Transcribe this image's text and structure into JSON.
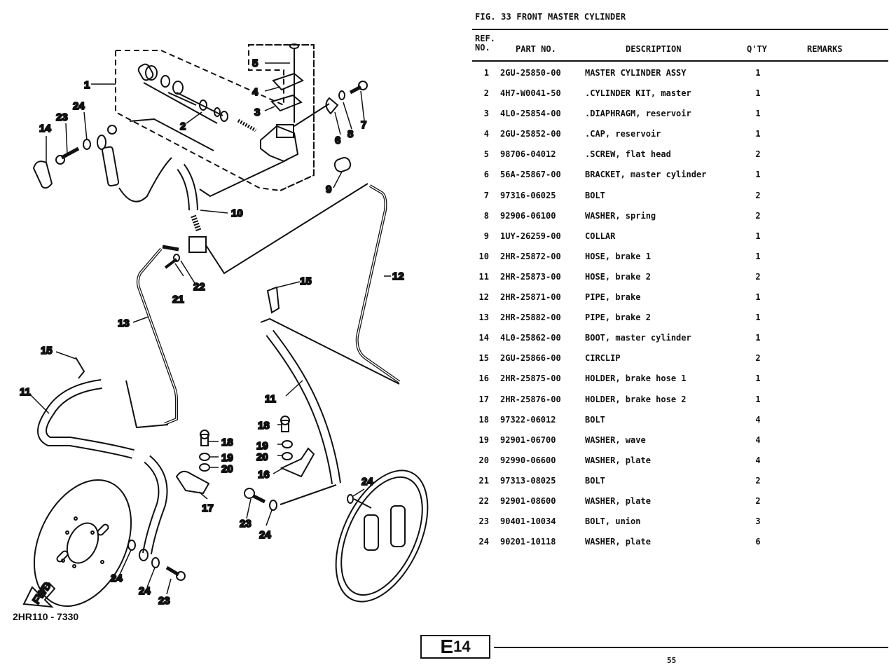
{
  "figure": {
    "title": "FIG. 33  FRONT MASTER CYLINDER",
    "diagram_code": "2HR110 - 7330",
    "fwd_label": "FWD"
  },
  "table": {
    "headers": {
      "ref_line1": "REF.",
      "ref_line2": "NO.",
      "part_no": "PART NO.",
      "description": "DESCRIPTION",
      "qty": "Q'TY",
      "remarks": "REMARKS"
    },
    "rows": [
      {
        "ref": "1",
        "part": "2GU-25850-00",
        "desc": "MASTER CYLINDER ASSY",
        "qty": "1",
        "remarks": ""
      },
      {
        "ref": "2",
        "part": "4H7-W0041-50",
        "desc": ".CYLINDER KIT, master",
        "qty": "1",
        "remarks": ""
      },
      {
        "ref": "3",
        "part": "4L0-25854-00",
        "desc": ".DIAPHRAGM, reservoir",
        "qty": "1",
        "remarks": ""
      },
      {
        "ref": "4",
        "part": "2GU-25852-00",
        "desc": ".CAP, reservoir",
        "qty": "1",
        "remarks": ""
      },
      {
        "ref": "5",
        "part": "98706-04012",
        "desc": ".SCREW, flat head",
        "qty": "2",
        "remarks": ""
      },
      {
        "ref": "6",
        "part": "56A-25867-00",
        "desc": "BRACKET, master cylinder",
        "qty": "1",
        "remarks": ""
      },
      {
        "ref": "7",
        "part": "97316-06025",
        "desc": "BOLT",
        "qty": "2",
        "remarks": ""
      },
      {
        "ref": "8",
        "part": "92906-06100",
        "desc": "WASHER, spring",
        "qty": "2",
        "remarks": ""
      },
      {
        "ref": "9",
        "part": "1UY-26259-00",
        "desc": "COLLAR",
        "qty": "1",
        "remarks": ""
      },
      {
        "ref": "10",
        "part": "2HR-25872-00",
        "desc": "HOSE, brake 1",
        "qty": "1",
        "remarks": ""
      },
      {
        "ref": "11",
        "part": "2HR-25873-00",
        "desc": "HOSE, brake 2",
        "qty": "2",
        "remarks": ""
      },
      {
        "ref": "12",
        "part": "2HR-25871-00",
        "desc": "PIPE, brake",
        "qty": "1",
        "remarks": ""
      },
      {
        "ref": "13",
        "part": "2HR-25882-00",
        "desc": "PIPE, brake 2",
        "qty": "1",
        "remarks": ""
      },
      {
        "ref": "14",
        "part": "4L0-25862-00",
        "desc": "BOOT, master cylinder",
        "qty": "1",
        "remarks": ""
      },
      {
        "ref": "15",
        "part": "2GU-25866-00",
        "desc": "CIRCLIP",
        "qty": "2",
        "remarks": ""
      },
      {
        "ref": "16",
        "part": "2HR-25875-00",
        "desc": "HOLDER, brake hose 1",
        "qty": "1",
        "remarks": ""
      },
      {
        "ref": "17",
        "part": "2HR-25876-00",
        "desc": "HOLDER, brake hose 2",
        "qty": "1",
        "remarks": ""
      },
      {
        "ref": "18",
        "part": "97322-06012",
        "desc": "BOLT",
        "qty": "4",
        "remarks": ""
      },
      {
        "ref": "19",
        "part": "92901-06700",
        "desc": "WASHER, wave",
        "qty": "4",
        "remarks": ""
      },
      {
        "ref": "20",
        "part": "92990-06600",
        "desc": "WASHER, plate",
        "qty": "4",
        "remarks": ""
      },
      {
        "ref": "21",
        "part": "97313-08025",
        "desc": "BOLT",
        "qty": "2",
        "remarks": ""
      },
      {
        "ref": "22",
        "part": "92901-08600",
        "desc": "WASHER, plate",
        "qty": "2",
        "remarks": ""
      },
      {
        "ref": "23",
        "part": "90401-10034",
        "desc": "BOLT, union",
        "qty": "3",
        "remarks": ""
      },
      {
        "ref": "24",
        "part": "90201-10118",
        "desc": "WASHER, plate",
        "qty": "6",
        "remarks": ""
      }
    ]
  },
  "callouts": {
    "c1": "1",
    "c2": "2",
    "c3": "3",
    "c4": "4",
    "c5": "5",
    "c6": "6",
    "c7": "7",
    "c8": "8",
    "c9": "9",
    "c10": "10",
    "c11a": "11",
    "c11b": "11",
    "c12": "12",
    "c13": "13",
    "c14": "14",
    "c15a": "15",
    "c15b": "15",
    "c16": "16",
    "c17": "17",
    "c18a": "18",
    "c18b": "18",
    "c19a": "19",
    "c19b": "19",
    "c20a": "20",
    "c20b": "20",
    "c21": "21",
    "c22": "22",
    "c23a": "23",
    "c23b": "23",
    "c23c": "23",
    "c24a": "24",
    "c24b": "24",
    "c24c": "24",
    "c24d": "24"
  },
  "footer": {
    "section_letter": "E",
    "section_number": "14",
    "page_number": "55"
  }
}
